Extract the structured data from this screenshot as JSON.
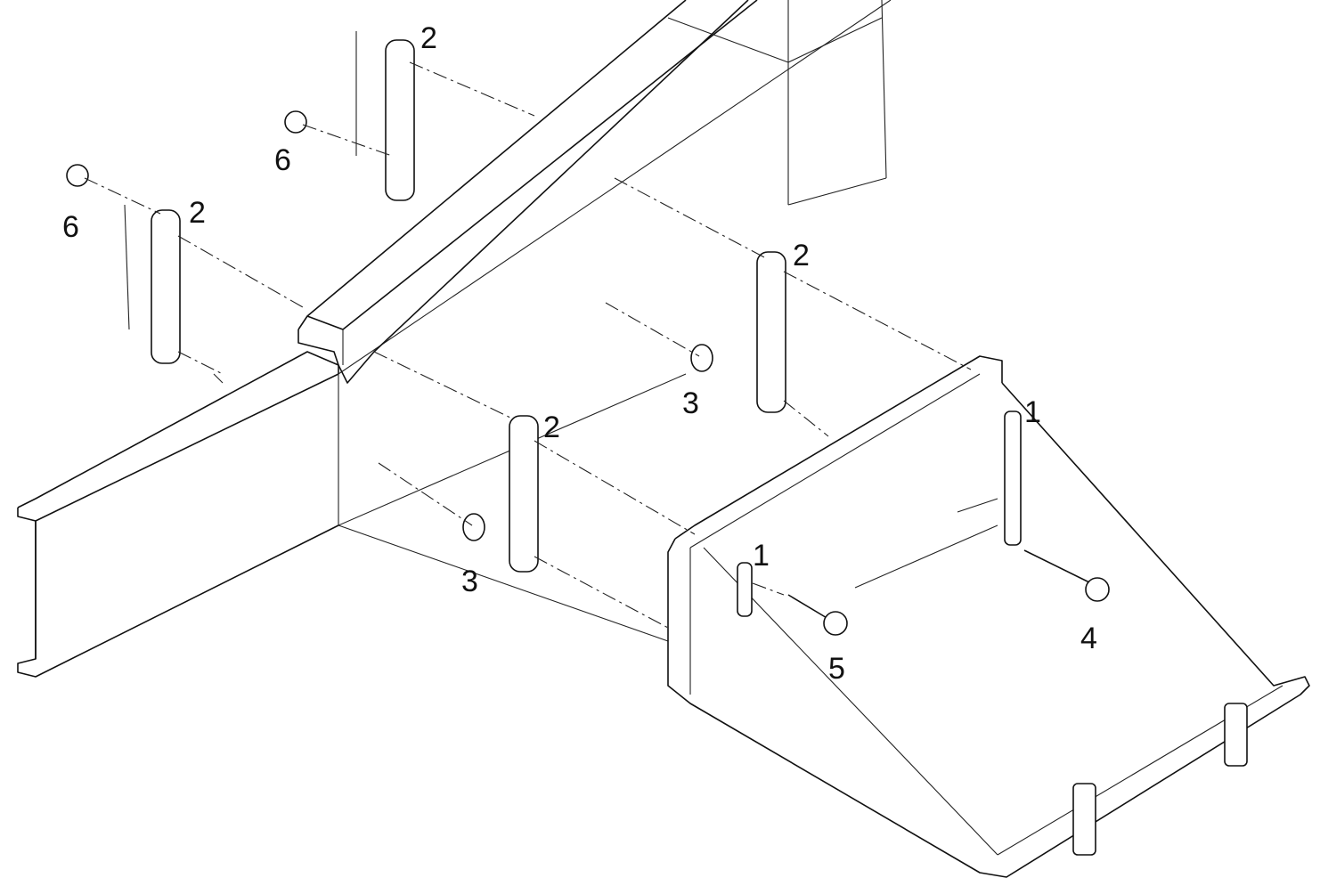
{
  "diagram": {
    "type": "exploded-assembly-view",
    "callouts": {
      "bracket_a": "2",
      "bracket_b": "2",
      "bracket_c": "2",
      "bracket_d": "2",
      "nut_a": "6",
      "nut_b": "6",
      "washer_a": "3",
      "washer_b": "3",
      "plate_a": "1",
      "plate_b": "1",
      "bolt_long": "4",
      "bolt_short": "5"
    }
  }
}
